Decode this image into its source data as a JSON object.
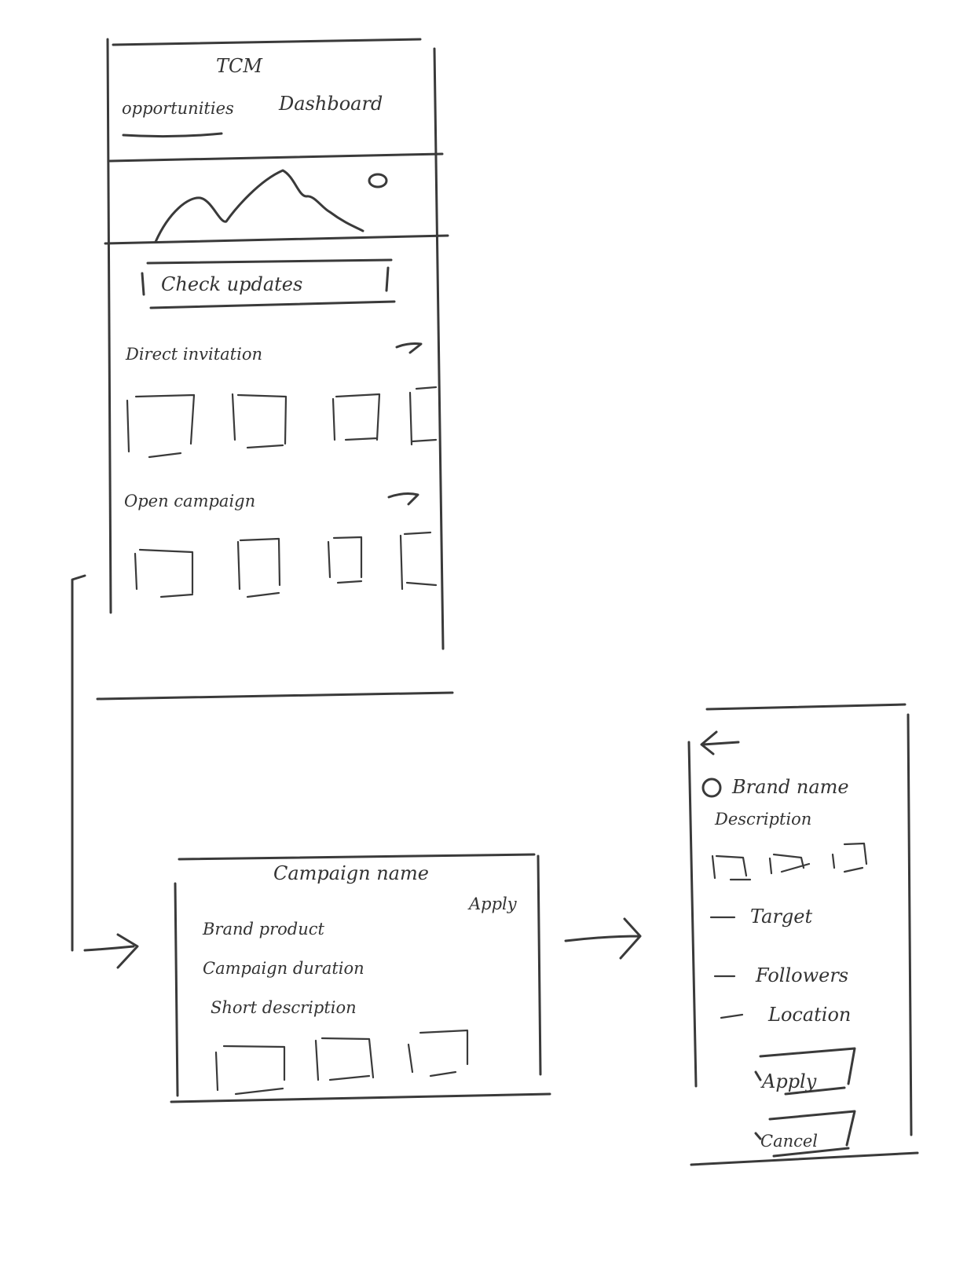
{
  "home_screen": {
    "app_title": "TCM",
    "tabs": [
      {
        "label": "opportunities",
        "active": true
      },
      {
        "label": "Dashboard",
        "active": false
      }
    ],
    "check_updates_button": "Check updates",
    "sections": [
      {
        "title": "Direct invitation",
        "card_count": 4
      },
      {
        "title": "Open campaign",
        "card_count": 4
      }
    ]
  },
  "campaign_screen": {
    "title": "Campaign name",
    "apply_link": "Apply",
    "fields": [
      "Brand product",
      "Campaign duration",
      "Short description"
    ]
  },
  "brand_screen": {
    "brand_name": "Brand name",
    "description": "Description",
    "requirements": [
      "Target",
      "Followers",
      "Location"
    ],
    "apply_button": "Apply",
    "cancel_button": "Cancel"
  },
  "stroke_color": "#3a3a3a"
}
